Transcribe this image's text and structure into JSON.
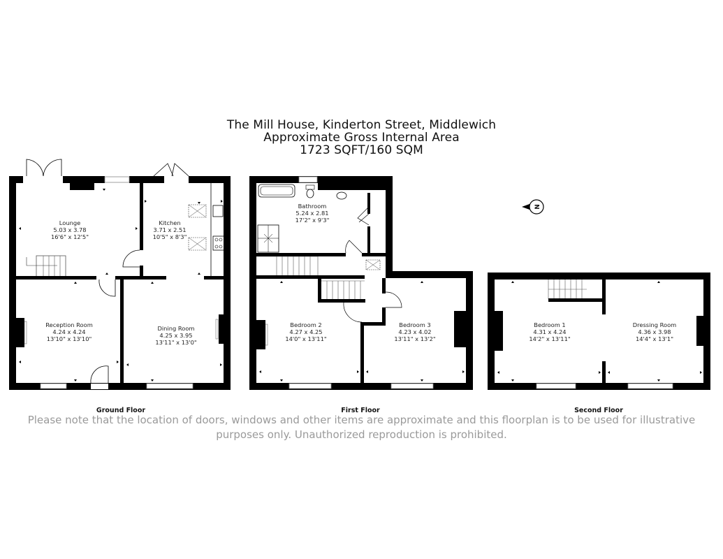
{
  "header": {
    "address": "The Mill House, Kinderton Street, Middlewich",
    "area_label": "Approximate Gross Internal Area",
    "area_value": "1723 SQFT/160 SQM"
  },
  "compass": {
    "icon": "north-arrow-icon",
    "letter": "N"
  },
  "floors": [
    {
      "name": "Ground Floor",
      "rooms": [
        {
          "name": "Lounge",
          "metric": "5.03 x 3.78",
          "imperial": "16'6\" x 12'5\""
        },
        {
          "name": "Kitchen",
          "metric": "3.71 x 2.51",
          "imperial": "10'5\" x 8'3\""
        },
        {
          "name": "Reception Room",
          "metric": "4.24 x 4.24",
          "imperial": "13'10\" x 13'10\""
        },
        {
          "name": "Dining Room",
          "metric": "4.25 x 3.95",
          "imperial": "13'11\" x 13'0\""
        }
      ]
    },
    {
      "name": "First Floor",
      "rooms": [
        {
          "name": "Bathroom",
          "metric": "5.24 x 2.81",
          "imperial": "17'2\" x 9'3\""
        },
        {
          "name": "Bedroom 2",
          "metric": "4.27 x 4.25",
          "imperial": "14'0\" x 13'11\""
        },
        {
          "name": "Bedroom 3",
          "metric": "4.23 x 4.02",
          "imperial": "13'11\" x 13'2\""
        }
      ]
    },
    {
      "name": "Second Floor",
      "rooms": [
        {
          "name": "Bedroom 1",
          "metric": "4.31 x 4.24",
          "imperial": "14'2\" x 13'11\""
        },
        {
          "name": "Dressing Room",
          "metric": "4.36 x 3.98",
          "imperial": "14'4\" x 13'1\""
        }
      ]
    }
  ],
  "disclaimer": {
    "line1": "Please note that the location of doors, windows and other items are approximate and this floorplan is to be used for illustrative",
    "line2": "purposes only. Unauthorized reproduction is prohibited."
  },
  "colors": {
    "wall": "#000000",
    "window": "#ffffff",
    "disclaimer_text": "#9a9a9a"
  }
}
